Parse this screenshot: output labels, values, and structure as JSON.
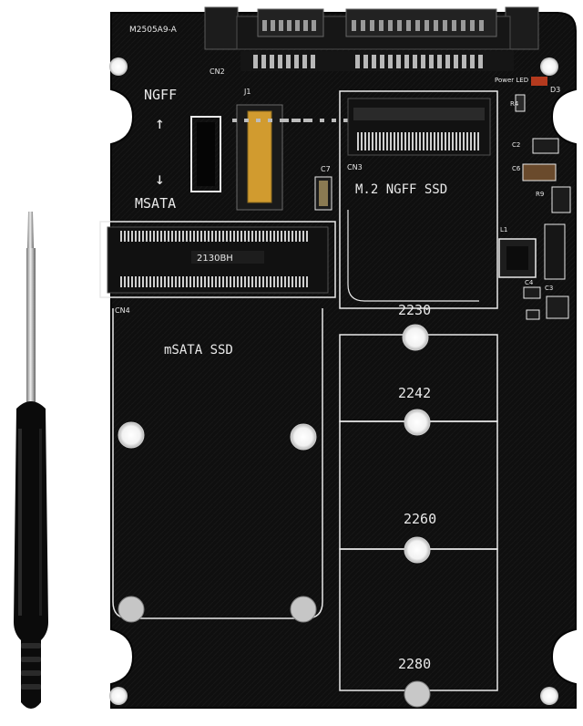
{
  "board": {
    "model": "M2505A9-A",
    "cn2": "CN2",
    "cn3": "CN3",
    "cn4": "CN4",
    "j1": "J1",
    "c7": "C7",
    "power_led": "Power LED",
    "d3": "D3",
    "r4": "R4",
    "c2": "C2",
    "c6": "C6",
    "r9": "R9",
    "l1": "L1",
    "c4": "C4",
    "c3": "C3",
    "ngff_label": "NGFF",
    "msata_label": "MSATA",
    "arrow_up": "↑",
    "arrow_down": "↓",
    "m2_label": "M.2  NGFF SSD",
    "msata_ssd": "mSATA SSD",
    "chip_code": "2130BH",
    "sizes": [
      "2230",
      "2242",
      "2260",
      "2280"
    ]
  },
  "colors": {
    "pcb": "#101010",
    "silkscreen": "#e9e9e9",
    "metal": "#c9c9c9",
    "gold": "#c99a2a",
    "handle": "#0d0d0d"
  },
  "icons": [
    "screwdriver-icon",
    "sata-connector-icon",
    "mounting-hole-icon"
  ]
}
